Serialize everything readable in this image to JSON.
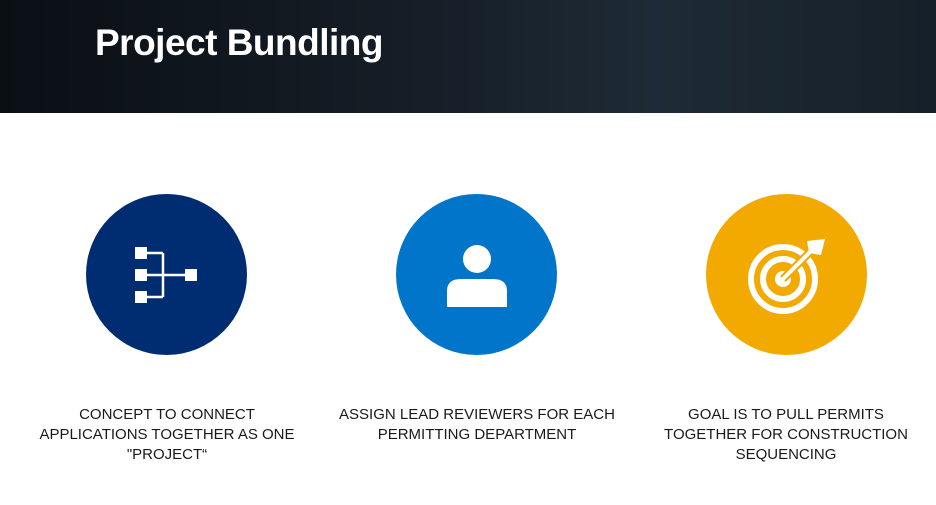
{
  "slide": {
    "title": "Project Bundling"
  },
  "features": [
    {
      "icon": "hierarchy-icon",
      "color": "#002d72",
      "caption": "CONCEPT TO CONNECT APPLICATIONS TOGETHER AS ONE \"PROJECT“"
    },
    {
      "icon": "user-icon",
      "color": "#0075c9",
      "caption": "ASSIGN LEAD REVIEWERS FOR EACH PERMITTING DEPARTMENT"
    },
    {
      "icon": "target-icon",
      "color": "#f2a900",
      "caption": "GOAL IS TO PULL PERMITS TOGETHER FOR CONSTRUCTION SEQUENCING"
    }
  ]
}
